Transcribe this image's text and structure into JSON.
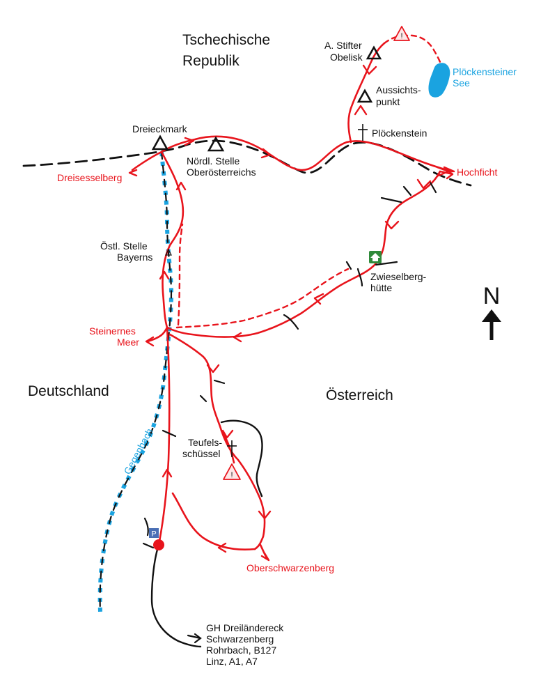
{
  "countries": {
    "czech_line1": "Tschechische",
    "czech_line2": "Republik",
    "germany": "Deutschland",
    "austria": "Österreich"
  },
  "places": {
    "stifter_line1": "A. Stifter",
    "stifter_line2": "Obelisk",
    "aussicht_line1": "Aussichts-",
    "aussicht_line2": "punkt",
    "ploeckenstein": "Plöckenstein",
    "dreieckmark": "Dreieckmark",
    "noerdl_line1": "Nördl. Stelle",
    "noerdl_line2": "Oberösterreichs",
    "oestl_line1": "Östl. Stelle",
    "oestl_line2": "Bayerns",
    "zwiesel_line1": "Zwieselberg-",
    "zwiesel_line2": "hütte",
    "teufel_line1": "Teufels-",
    "teufel_line2": "schüssel"
  },
  "lake": {
    "line1": "Plöckensteiner",
    "line2": "See"
  },
  "river": "Gegenbach",
  "directions": {
    "dreisesselberg": "Dreisesselberg",
    "hochficht": "Hochficht",
    "steinernes_line1": "Steinernes",
    "steinernes_line2": "Meer",
    "oberschwarzenberg": "Oberschwarzenberg"
  },
  "road_destinations": {
    "line1": "GH Dreiländereck",
    "line2": "Schwarzenberg",
    "line3": "Rohrbach, B127",
    "line4": "Linz, A1, A7"
  },
  "icons": {
    "warning": "!",
    "parking": "P"
  },
  "north": "N",
  "colors": {
    "trail": "#e8141c",
    "water": "#1aa3e0",
    "border": "#111111",
    "hut": "#2f8a3a",
    "parking": "#4a6fb5"
  }
}
